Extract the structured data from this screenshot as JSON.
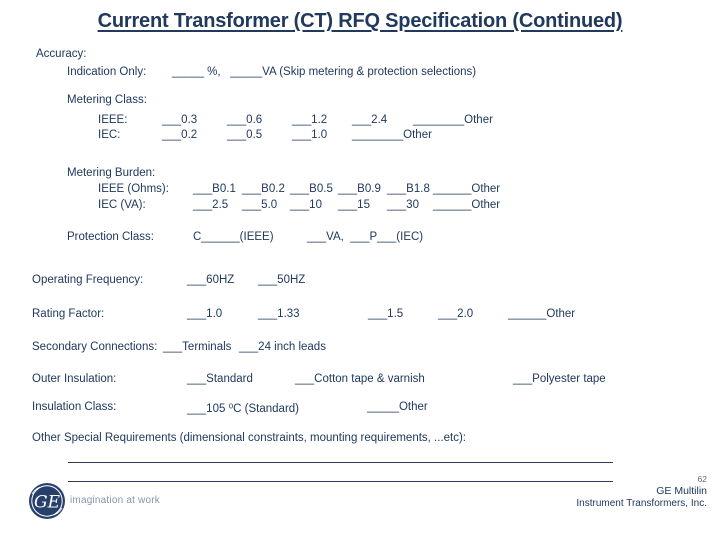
{
  "slide": {
    "title": "Current Transformer (CT) RFQ Specification (Continued)",
    "page_number": "62",
    "accent_color": "#20395c",
    "footer": {
      "logo_monogram": "GE",
      "logo_tagline": "imagination at work",
      "brand_line1": "GE Multilin",
      "brand_line2": "Instrument Transformers, Inc."
    }
  },
  "form": {
    "accuracy_label": "Accuracy:",
    "indication_only": {
      "label": "Indication Only:",
      "value": "_____ %,   _____VA (Skip metering & protection selections)"
    },
    "metering_class": {
      "label": "Metering Class:",
      "rows": [
        {
          "label": "IEEE:",
          "options": [
            "___0.3",
            "___0.6",
            "___1.2",
            "___2.4",
            "________Other"
          ]
        },
        {
          "label": "IEC:",
          "options": [
            "___0.2",
            "___0.5",
            "___1.0",
            "________Other"
          ]
        }
      ]
    },
    "metering_burden": {
      "label": "Metering Burden:",
      "rows": [
        {
          "label": "IEEE (Ohms):",
          "options": [
            "___B0.1",
            "___B0.2",
            "___B0.5",
            "___B0.9",
            "___B1.8",
            "______Other"
          ]
        },
        {
          "label": "IEC (VA):",
          "options": [
            "___2.5",
            "___5.0",
            "___10",
            "___15",
            "___30",
            "______Other"
          ]
        }
      ]
    },
    "protection_class": {
      "label": "Protection Class:",
      "ieee_value": "C______(IEEE)",
      "iec_value": "___VA,  ___P___(IEC)"
    },
    "operating_frequency": {
      "label": "Operating Frequency:",
      "options": [
        "___60HZ",
        "___50HZ"
      ]
    },
    "rating_factor": {
      "label": "Rating Factor:",
      "options": [
        "___1.0",
        "___1.33",
        "___1.5",
        "___2.0",
        "______Other"
      ]
    },
    "secondary_connections": {
      "label": "Secondary Connections:",
      "options": [
        "___Terminals",
        "___24 inch leads"
      ]
    },
    "outer_insulation": {
      "label": "Outer Insulation:",
      "options": [
        "___Standard",
        "___Cotton tape & varnish",
        "___Polyester tape"
      ]
    },
    "insulation_class": {
      "label": "Insulation Class:",
      "options": [
        "___105 ⁰C (Standard)",
        "_____Other"
      ]
    },
    "other_special_label": "Other Special Requirements (dimensional constraints, mounting requirements, ...etc):"
  }
}
